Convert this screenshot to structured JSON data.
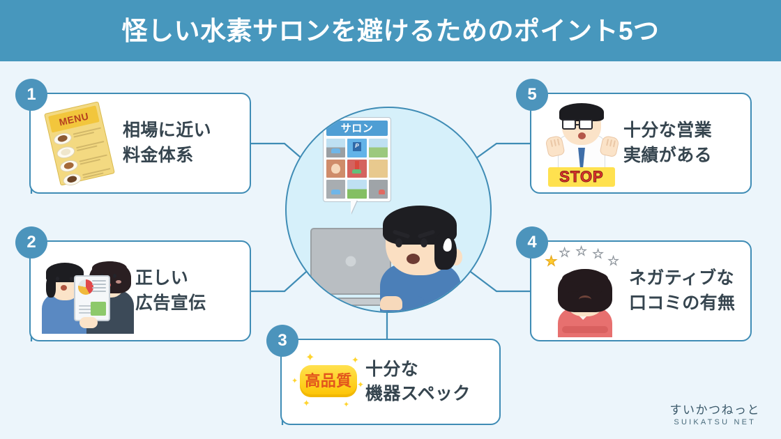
{
  "header": {
    "title": "怪しい水素サロンを避けるためのポイント5つ",
    "bg_color": "#4797bd",
    "text_color": "#ffffff"
  },
  "theme": {
    "page_bg": "#ecf5fb",
    "accent": "#3f8cb5",
    "badge_bg": "#4c94bc",
    "card_bg": "#ffffff",
    "hub_fill": "#d6f0fa",
    "text_color": "#36454f"
  },
  "hub": {
    "bubble": {
      "title": "サロン",
      "icon": "search-results-thumbnail-grid"
    },
    "person_icon": "worried-man-at-laptop-icon",
    "laptop_icon": "laptop-icon"
  },
  "cards": [
    {
      "number": "1",
      "text": "相場に近い\n料金体系",
      "art_icon": "menu-sheet-icon",
      "art_label": "MENU"
    },
    {
      "number": "2",
      "text": "正しい\n広告宣伝",
      "art_icon": "two-people-with-tablet-icon"
    },
    {
      "number": "3",
      "text": "十分な\n機器スペック",
      "art_icon": "high-quality-badge-icon",
      "art_label": "高品質"
    },
    {
      "number": "4",
      "text": "ネガティブな\n口コミの有無",
      "art_icon": "frowning-woman-one-star-review-icon",
      "stars": {
        "filled": 1,
        "empty": 4,
        "glyph": "★",
        "empty_glyph": "☆"
      }
    },
    {
      "number": "5",
      "text": "十分な営業\n実績がある",
      "art_icon": "doctor-stop-gesture-icon",
      "art_label": "STOP"
    }
  ],
  "watermark": {
    "jp": "すいかつねっと",
    "en": "SUIKATSU NET"
  }
}
